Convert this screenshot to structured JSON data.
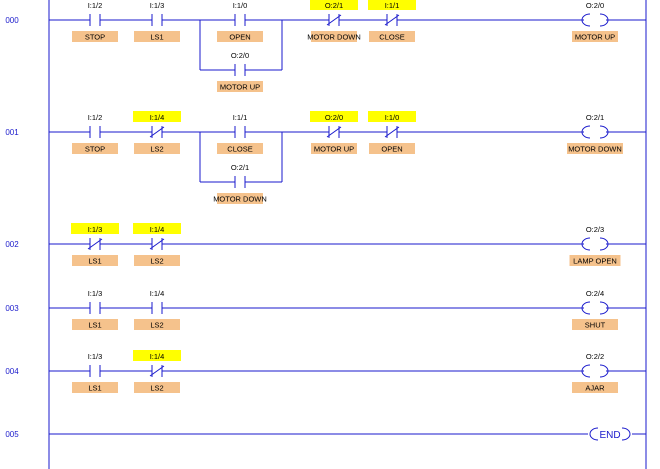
{
  "colors": {
    "wire": "#1a1acc",
    "label_bg": "#f5c28c",
    "highlight": "#ffff00"
  },
  "rungs": [
    {
      "number": "000",
      "contacts": [
        {
          "address": "I:1/2",
          "label": "STOP",
          "type": "NO",
          "highlight": false
        },
        {
          "address": "I:1/3",
          "label": "LS1",
          "type": "NO",
          "highlight": false
        },
        {
          "address": "I:1/0",
          "label": "OPEN",
          "type": "NO",
          "highlight": false
        },
        {
          "address": "O:2/1",
          "label": "MOTOR DOWN",
          "type": "NC",
          "highlight": true
        },
        {
          "address": "I:1/1",
          "label": "CLOSE",
          "type": "NC",
          "highlight": true
        }
      ],
      "branch": {
        "address": "O:2/0",
        "label": "MOTOR UP",
        "type": "NO",
        "highlight": false
      },
      "coil": {
        "address": "O:2/0",
        "label": "MOTOR UP"
      }
    },
    {
      "number": "001",
      "contacts": [
        {
          "address": "I:1/2",
          "label": "STOP",
          "type": "NO",
          "highlight": false
        },
        {
          "address": "I:1/4",
          "label": "LS2",
          "type": "NC",
          "highlight": true
        },
        {
          "address": "I:1/1",
          "label": "CLOSE",
          "type": "NO",
          "highlight": false
        },
        {
          "address": "O:2/0",
          "label": "MOTOR UP",
          "type": "NC",
          "highlight": true
        },
        {
          "address": "I:1/0",
          "label": "OPEN",
          "type": "NC",
          "highlight": true
        }
      ],
      "branch": {
        "address": "O:2/1",
        "label": "MOTOR DOWN",
        "type": "NO",
        "highlight": false
      },
      "coil": {
        "address": "O:2/1",
        "label": "MOTOR DOWN"
      }
    },
    {
      "number": "002",
      "contacts": [
        {
          "address": "I:1/3",
          "label": "LS1",
          "type": "NC",
          "highlight": true
        },
        {
          "address": "I:1/4",
          "label": "LS2",
          "type": "NC",
          "highlight": true
        }
      ],
      "coil": {
        "address": "O:2/3",
        "label": "LAMP OPEN"
      }
    },
    {
      "number": "003",
      "contacts": [
        {
          "address": "I:1/3",
          "label": "LS1",
          "type": "NO",
          "highlight": false
        },
        {
          "address": "I:1/4",
          "label": "LS2",
          "type": "NO",
          "highlight": false
        }
      ],
      "coil": {
        "address": "O:2/4",
        "label": "SHUT"
      }
    },
    {
      "number": "004",
      "contacts": [
        {
          "address": "I:1/3",
          "label": "LS1",
          "type": "NO",
          "highlight": false
        },
        {
          "address": "I:1/4",
          "label": "LS2",
          "type": "NC",
          "highlight": true
        }
      ],
      "coil": {
        "address": "O:2/2",
        "label": "AJAR"
      }
    },
    {
      "number": "005",
      "contacts": [],
      "end_label": "END"
    }
  ]
}
